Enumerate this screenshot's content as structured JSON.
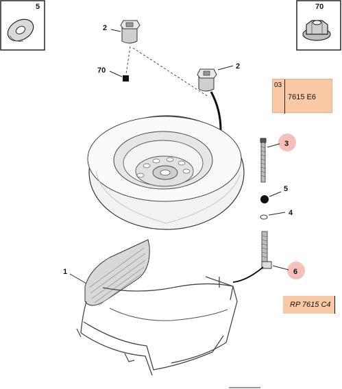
{
  "inset_boxes": [
    {
      "label": "5",
      "icon": "washer-icon"
    },
    {
      "label": "70",
      "icon": "flange-nut-icon"
    }
  ],
  "callouts": {
    "c2a": "2",
    "c70": "70",
    "c2b": "2",
    "c3": "3",
    "c5": "5",
    "c4": "4",
    "c1": "1",
    "c6": "6"
  },
  "ref_boxes": {
    "box1": {
      "code": "03",
      "ref": "7615 E6"
    },
    "box2": {
      "ref": "RP 7615 C4"
    }
  },
  "colors": {
    "highlight": "#f9c8a4",
    "callout_highlight": "#f5b8b0",
    "line": "#222222"
  }
}
